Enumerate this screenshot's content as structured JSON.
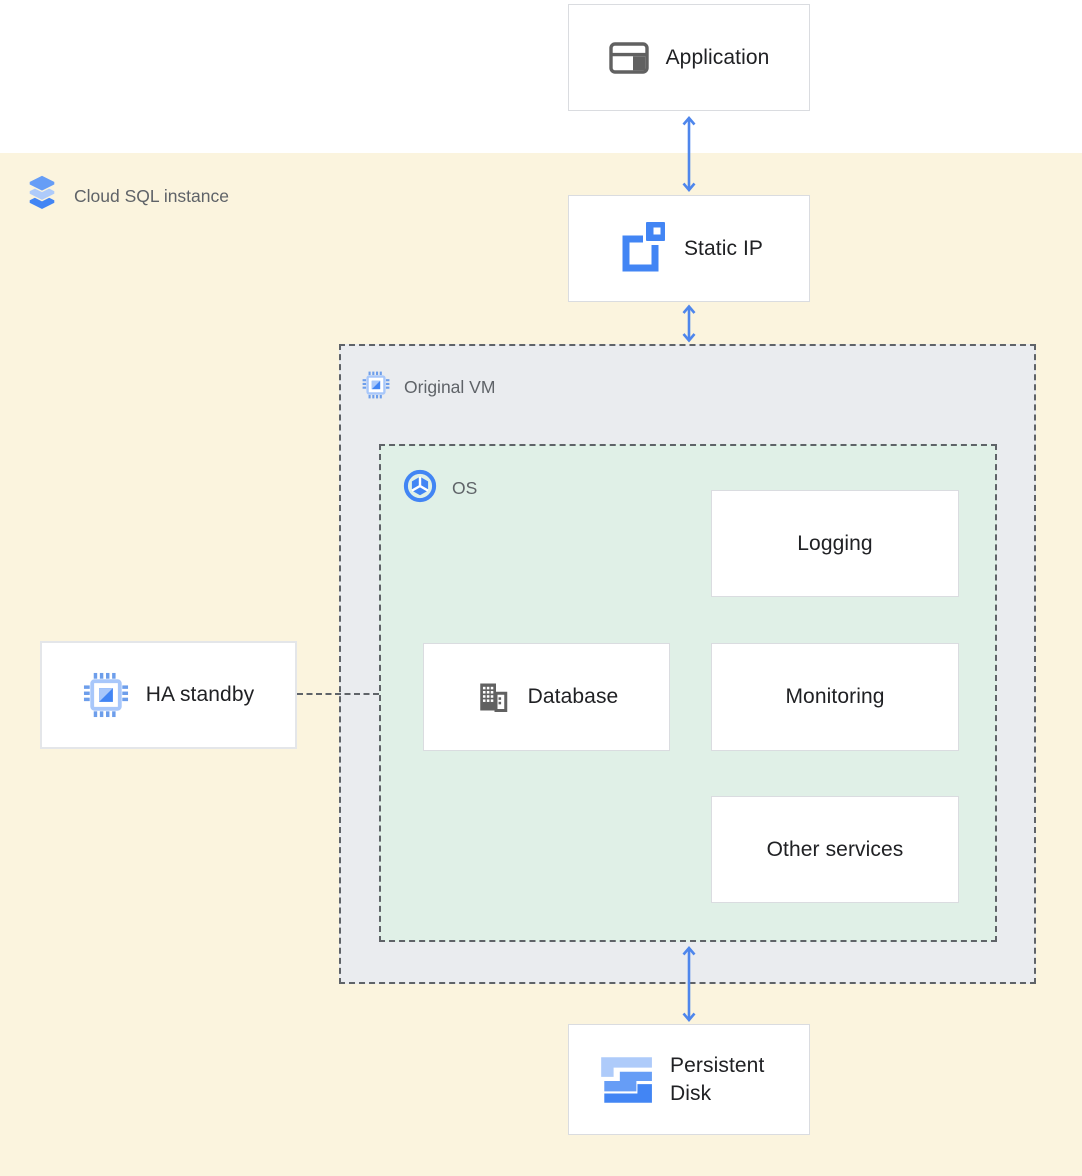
{
  "diagram": {
    "containers": {
      "cloud_sql": {
        "label": "Cloud SQL instance",
        "icon": "cloud-sql-icon"
      },
      "original_vm": {
        "label": "Original VM",
        "icon": "compute-engine-icon"
      },
      "os": {
        "label": "OS",
        "icon": "os-icon"
      }
    },
    "nodes": {
      "application": {
        "label": "Application",
        "icon": "application-window-icon"
      },
      "static_ip": {
        "label": "Static IP",
        "icon": "static-ip-icon"
      },
      "ha_standby": {
        "label": "HA standby",
        "icon": "compute-engine-icon"
      },
      "database": {
        "label": "Database",
        "icon": "database-building-icon"
      },
      "logging": {
        "label": "Logging"
      },
      "monitoring": {
        "label": "Monitoring"
      },
      "other_services": {
        "label": "Other services"
      },
      "persistent_disk": {
        "label": "Persistent Disk",
        "icon": "persistent-disk-icon"
      }
    },
    "connectors": {
      "application_to_static_ip": {
        "type": "double-arrow",
        "color": "#4E86EC"
      },
      "static_ip_to_vm": {
        "type": "double-arrow",
        "color": "#4E86EC"
      },
      "os_to_persistent_disk": {
        "type": "double-arrow",
        "color": "#4E86EC"
      },
      "ha_standby_to_vm": {
        "type": "dashed-line",
        "color": "#5F6368"
      }
    },
    "colors": {
      "band_yellow": "#FBF4DE",
      "vm_gray": "#EAECEF",
      "os_green": "#E0F0E7",
      "google_blue": "#4285F4",
      "light_blue": "#AECBFA",
      "mid_blue": "#669DF6",
      "arrow_blue": "#4E86EC",
      "icon_gray": "#616161",
      "label_gray": "#5F6368",
      "text_dark": "#202124",
      "box_border": "#DADCE0"
    }
  }
}
